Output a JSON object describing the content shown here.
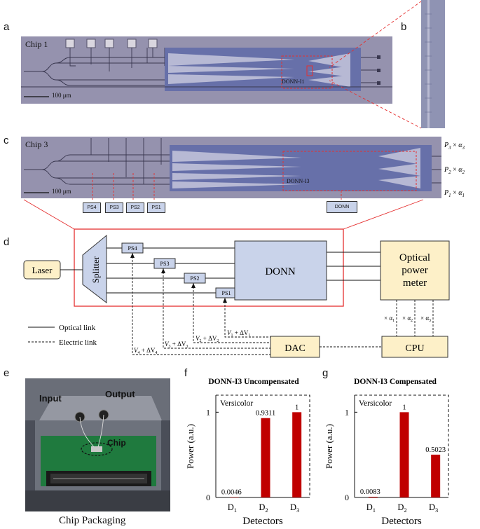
{
  "panels": {
    "a": "a",
    "b": "b",
    "c": "c",
    "d": "d",
    "e": "e",
    "f": "f",
    "g": "g"
  },
  "chip1": {
    "label": "Chip 1",
    "scale": "100 μm",
    "donn_label": "DONN-I1"
  },
  "chip3": {
    "label": "Chip 3",
    "scale": "100 μm",
    "donn_label": "DONN-I3",
    "ps_boxes": [
      "PS4",
      "PS3",
      "PS2",
      "PS1"
    ],
    "donn_box": "DONN",
    "outputs": [
      {
        "p": "P",
        "ps": "3",
        "a": "α",
        "as": "3"
      },
      {
        "p": "P",
        "ps": "2",
        "a": "α",
        "as": "2"
      },
      {
        "p": "P",
        "ps": "1",
        "a": "α",
        "as": "1"
      }
    ]
  },
  "schematic": {
    "laser": "Laser",
    "splitter": "Splitter",
    "donn": "DONN",
    "meter_lines": [
      "Optical",
      "power",
      "meter"
    ],
    "dac": "DAC",
    "cpu": "CPU",
    "ps": [
      "PS4",
      "PS3",
      "PS2",
      "PS1"
    ],
    "alphas": [
      {
        "t": "× α",
        "s": "1"
      },
      {
        "t": "× α",
        "s": "2"
      },
      {
        "t": "× α",
        "s": "3"
      }
    ],
    "volts": [
      {
        "v": "V",
        "vs": "1",
        "d": " + ΔV",
        "ds": "1"
      },
      {
        "v": "V",
        "vs": "2",
        "d": " + ΔV",
        "ds": "2"
      },
      {
        "v": "V",
        "vs": "3",
        "d": " + ΔV",
        "ds": "3"
      },
      {
        "v": "V",
        "vs": "4",
        "d": " + ΔV",
        "ds": "4"
      }
    ],
    "legend_optical": "Optical link",
    "legend_electric": "Electric link"
  },
  "packaging": {
    "input": "Input",
    "output": "Output",
    "chip": "Chip",
    "caption": "Chip Packaging"
  },
  "colors": {
    "bar": "#c00000",
    "chip_bg": "#8e8ca9",
    "donn_region": "#5f6aa8",
    "box_fill": "#c9d3ea",
    "beige": "#fdf0c8",
    "red": "#e53030"
  },
  "chart_data": [
    {
      "type": "bar",
      "title": "DONN-I3 Uncompensated",
      "legend": "Versicolor",
      "categories": [
        "D1",
        "D2",
        "D3"
      ],
      "values": [
        0.0046,
        0.9311,
        1
      ],
      "value_labels": [
        "0.0046",
        "0.9311",
        "1"
      ],
      "xlabel": "Detectors",
      "ylabel": "Power (a.u.)",
      "ylim": [
        0,
        1.2
      ],
      "yticks": [
        0,
        1
      ]
    },
    {
      "type": "bar",
      "title": "DONN-I3 Compensated",
      "legend": "Versicolor",
      "categories": [
        "D1",
        "D2",
        "D3"
      ],
      "values": [
        0.0083,
        1,
        0.5023
      ],
      "value_labels": [
        "0.0083",
        "1",
        "0.5023"
      ],
      "xlabel": "Detectors",
      "ylabel": "Power (a.u.)",
      "ylim": [
        0,
        1.2
      ],
      "yticks": [
        0,
        1
      ]
    }
  ]
}
